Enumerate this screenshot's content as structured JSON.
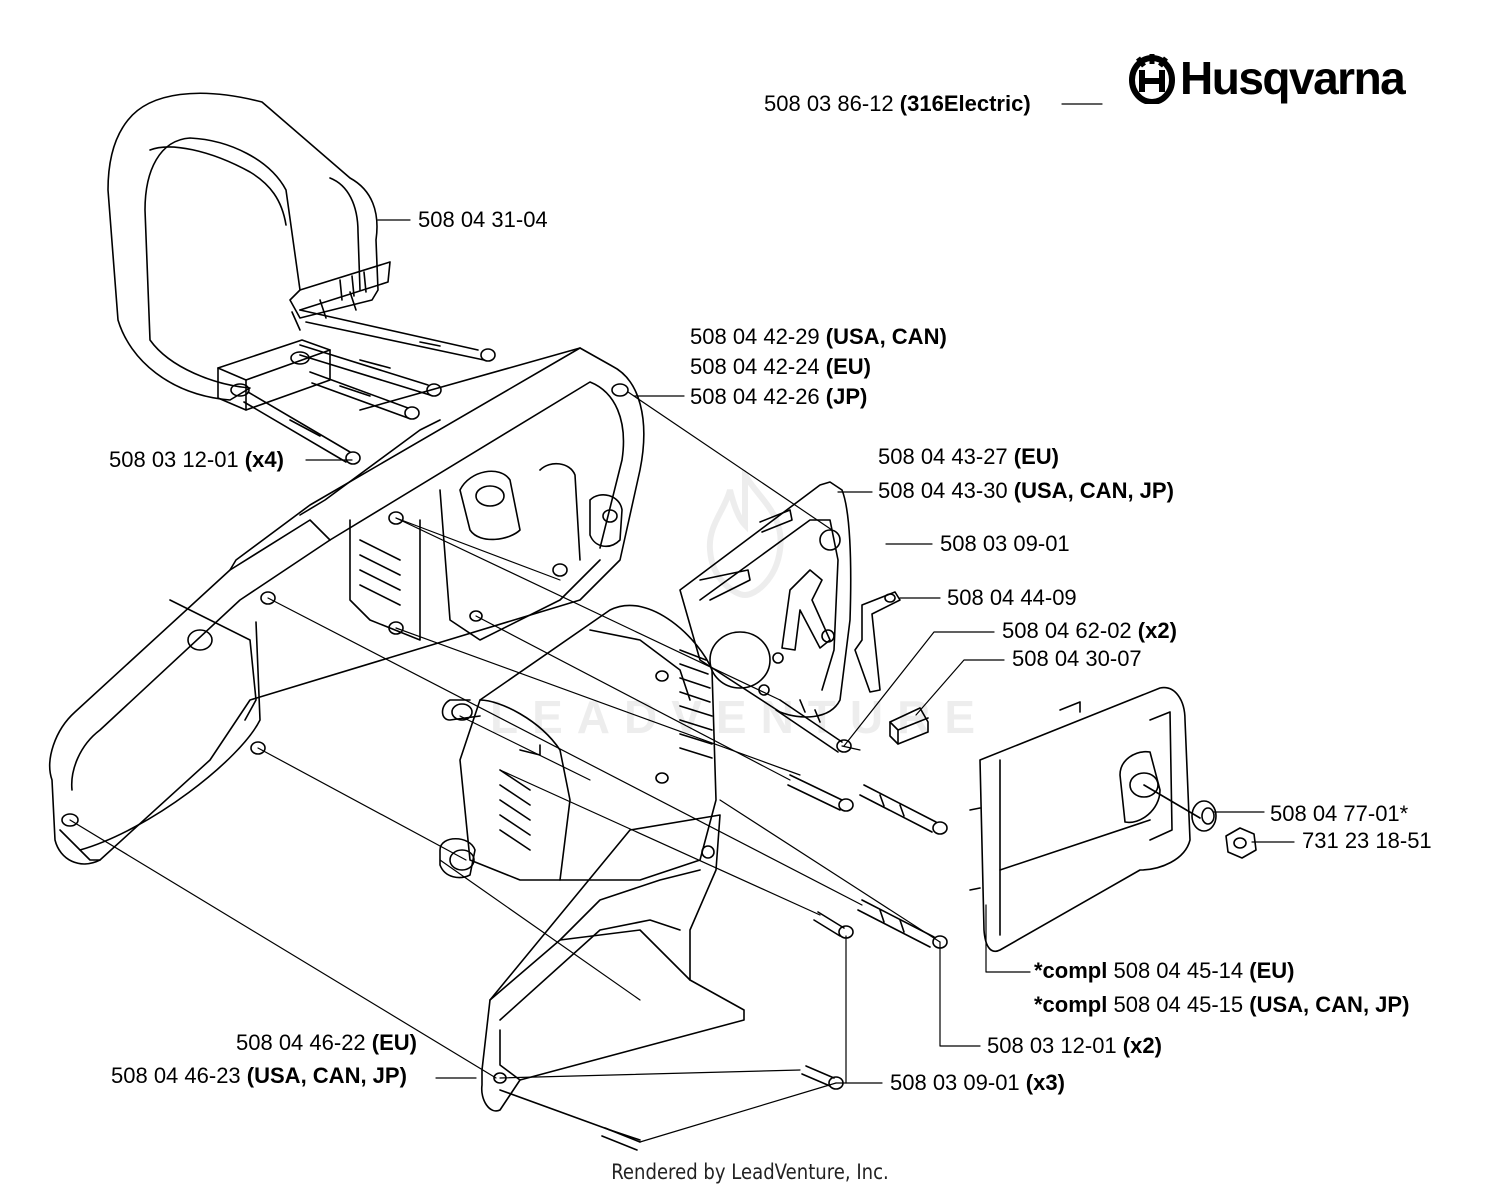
{
  "brand": {
    "name": "Husqvarna"
  },
  "labels": {
    "l01": {
      "part": "508 03 86-12",
      "note": "(316Electric)"
    },
    "l02": {
      "part": "508 04 31-04",
      "note": ""
    },
    "l03": {
      "part": "508 04 42-29",
      "note": "(USA, CAN)"
    },
    "l04": {
      "part": "508 04 42-24",
      "note": "(EU)"
    },
    "l05": {
      "part": "508 04 42-26",
      "note": "(JP)"
    },
    "l06": {
      "part": "508 03 12-01",
      "note": "(x4)"
    },
    "l07": {
      "part": "508 04 43-27",
      "note": "(EU)"
    },
    "l08": {
      "part": "508 04 43-30",
      "note": "(USA, CAN, JP)"
    },
    "l09": {
      "part": "508 03 09-01",
      "note": ""
    },
    "l10": {
      "part": "508 04 44-09",
      "note": ""
    },
    "l11": {
      "part": "508 04 62-02",
      "note": "(x2)"
    },
    "l12": {
      "part": "508 04 30-07",
      "note": ""
    },
    "l13": {
      "part": "508 04 77-01*",
      "note": ""
    },
    "l14": {
      "part": "731 23 18-51",
      "note": ""
    },
    "l15": {
      "prefix": "*compl",
      "part": "508 04 45-14",
      "note": "(EU)"
    },
    "l16": {
      "prefix": "*compl",
      "part": "508 04 45-15",
      "note": "(USA, CAN, JP)"
    },
    "l17": {
      "part": "508 03 12-01",
      "note": "(x2)"
    },
    "l18": {
      "part": "508 04 46-22",
      "note": "(EU)"
    },
    "l19": {
      "part": "508 04 46-23",
      "note": "(USA, CAN, JP)"
    },
    "l20": {
      "part": "508 03 09-01",
      "note": "(x3)"
    }
  },
  "watermark": {
    "text": "LEADVENTURE"
  },
  "footer": {
    "text": "Rendered by LeadVenture, Inc."
  }
}
